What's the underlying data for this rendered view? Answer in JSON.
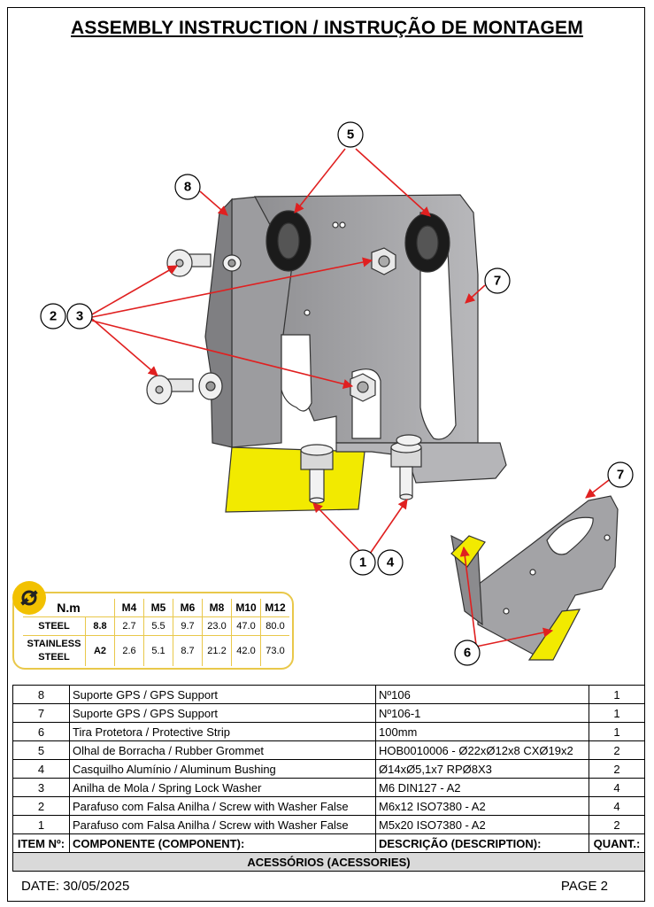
{
  "title": "ASSEMBLY INSTRUCTION / INSTRUÇÃO DE MONTAGEM",
  "callouts": {
    "c5": "5",
    "c8": "8",
    "c7a": "7",
    "c2": "2",
    "c3": "3",
    "c1": "1",
    "c4": "4",
    "c7b": "7",
    "c6": "6"
  },
  "colors": {
    "accent_yellow": "#f2ea00",
    "arrow_red": "#e02020",
    "plate_gray": "#a9a9ab",
    "table_border": "#e9c84a"
  },
  "torque": {
    "unit": "N.m",
    "sizes": [
      "M4",
      "M5",
      "M6",
      "M8",
      "M10",
      "M12"
    ],
    "rows": [
      {
        "material": "STEEL",
        "grade": "8.8",
        "values": [
          "2.7",
          "5.5",
          "9.7",
          "23.0",
          "47.0",
          "80.0"
        ]
      },
      {
        "material": "STAINLESS STEEL",
        "grade": "A2",
        "values": [
          "2.6",
          "5.1",
          "8.7",
          "21.2",
          "42.0",
          "73.0"
        ]
      }
    ]
  },
  "parts": {
    "rows": [
      {
        "item": "8",
        "component": "Suporte GPS / GPS Support",
        "description": "Nº106",
        "qty": "1"
      },
      {
        "item": "7",
        "component": "Suporte GPS / GPS Support",
        "description": "Nº106-1",
        "qty": "1"
      },
      {
        "item": "6",
        "component": "Tira Protetora / Protective Strip",
        "description": "100mm",
        "qty": "1"
      },
      {
        "item": "5",
        "component": "Olhal de Borracha / Rubber Grommet",
        "description": "HOB0010006 - Ø22xØ12x8 CXØ19x2",
        "qty": "2"
      },
      {
        "item": "4",
        "component": "Casquilho Alumínio / Aluminum Bushing",
        "description": "Ø14xØ5,1x7 RPØ8X3",
        "qty": "2"
      },
      {
        "item": "3",
        "component": "Anilha de Mola / Spring Lock Washer",
        "description": "M6 DIN127 - A2",
        "qty": "4"
      },
      {
        "item": "2",
        "component": "Parafuso com Falsa Anilha / Screw with Washer False",
        "description": "M6x12 ISO7380 - A2",
        "qty": "4"
      },
      {
        "item": "1",
        "component": "Parafuso com Falsa Anilha / Screw with Washer False",
        "description": "M5x20 ISO7380 - A2",
        "qty": "2"
      }
    ],
    "header": {
      "item": "ITEM Nº:",
      "component": "COMPONENTE (COMPONENT):",
      "description": "DESCRIÇÃO (DESCRIPTION):",
      "qty": "QUANT.:"
    },
    "footer_label": "ACESSÓRIOS (ACESSORIES)"
  },
  "footer": {
    "date": "DATE: 30/05/2025",
    "page": "PAGE 2"
  }
}
